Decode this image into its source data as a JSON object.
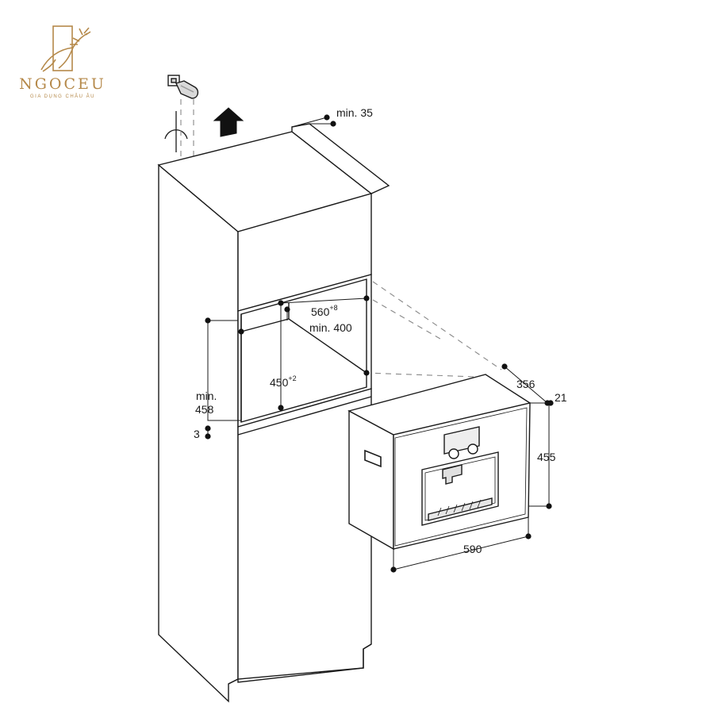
{
  "brand": {
    "name": "NGOCEU",
    "tagline": "GIA DỤNG CHÂU ÂU",
    "accent_color": "#b5894a"
  },
  "dimensions": {
    "top_clearance": "min. 35",
    "niche_width": "560",
    "niche_width_tol": "+8",
    "niche_depth": "min. 400",
    "niche_height": "450",
    "niche_height_tol": "+2",
    "cabinet_height_a": "min.",
    "cabinet_height_b": "458",
    "gap_bottom": "3",
    "appliance_depth": "356",
    "front_thickness": "21",
    "appliance_height": "455",
    "appliance_width": "590"
  },
  "icons": {
    "airflow": "arrow-up-icon",
    "plug": "power-plug-icon",
    "brand_logo": "deer-logo-icon"
  },
  "colors": {
    "line": "#1a1a1a",
    "dashed": "#888888",
    "fill": "#ffffff"
  }
}
